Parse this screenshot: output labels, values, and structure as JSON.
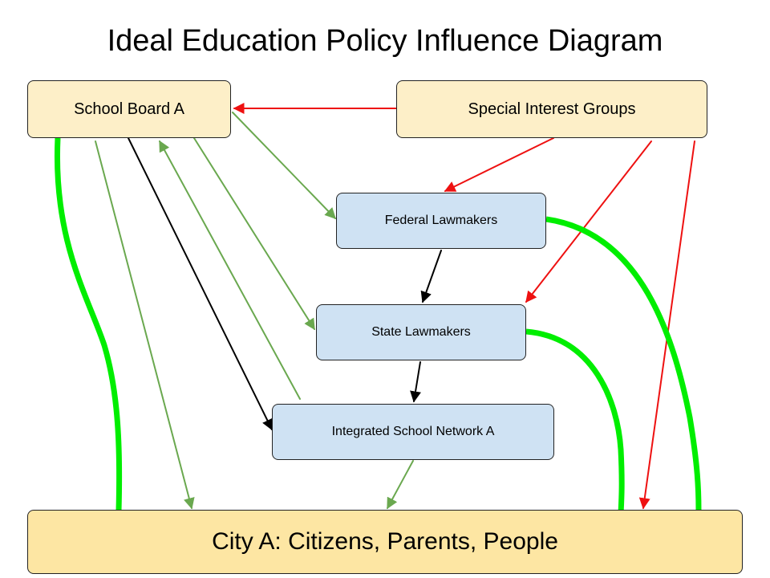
{
  "title": "Ideal Education Policy Influence Diagram",
  "nodes": {
    "school_board": "School Board A",
    "special_interest": "Special Interest Groups",
    "federal": "Federal Lawmakers",
    "state": "State Lawmakers",
    "network": "Integrated School Network A",
    "city": "City A: Citizens, Parents, People"
  },
  "colors": {
    "red_arrow": "#ee1111",
    "green_arrow": "#6aa84f",
    "black_arrow": "#000000",
    "bright_green": "#00ee00",
    "node_cream": "#fdefc8",
    "node_blue": "#cfe2f3",
    "node_gold": "#fde6a3"
  },
  "connections": [
    {
      "from": "special_interest",
      "to": "school_board",
      "color": "red_arrow",
      "style": "arrow"
    },
    {
      "from": "special_interest",
      "to": "federal",
      "color": "red_arrow",
      "style": "arrow"
    },
    {
      "from": "special_interest",
      "to": "state",
      "color": "red_arrow",
      "style": "arrow"
    },
    {
      "from": "special_interest",
      "to": "city",
      "color": "red_arrow",
      "style": "arrow"
    },
    {
      "from": "school_board",
      "to": "federal",
      "color": "green_arrow",
      "style": "arrow"
    },
    {
      "from": "school_board",
      "to": "state",
      "color": "green_arrow",
      "style": "arrow"
    },
    {
      "from": "school_board",
      "to": "city",
      "color": "green_arrow",
      "style": "arrow"
    },
    {
      "from": "network",
      "to": "school_board",
      "color": "green_arrow",
      "style": "arrow"
    },
    {
      "from": "network",
      "to": "city",
      "color": "green_arrow",
      "style": "arrow"
    },
    {
      "from": "school_board",
      "to": "network",
      "color": "black_arrow",
      "style": "arrow"
    },
    {
      "from": "federal",
      "to": "state",
      "color": "black_arrow",
      "style": "arrow"
    },
    {
      "from": "state",
      "to": "network",
      "color": "black_arrow",
      "style": "arrow"
    },
    {
      "from": "school_board",
      "to": "city",
      "color": "bright_green",
      "style": "thick-curve"
    },
    {
      "from": "federal",
      "to": "city",
      "color": "bright_green",
      "style": "thick-curve"
    },
    {
      "from": "state",
      "to": "city",
      "color": "bright_green",
      "style": "thick-curve"
    }
  ]
}
